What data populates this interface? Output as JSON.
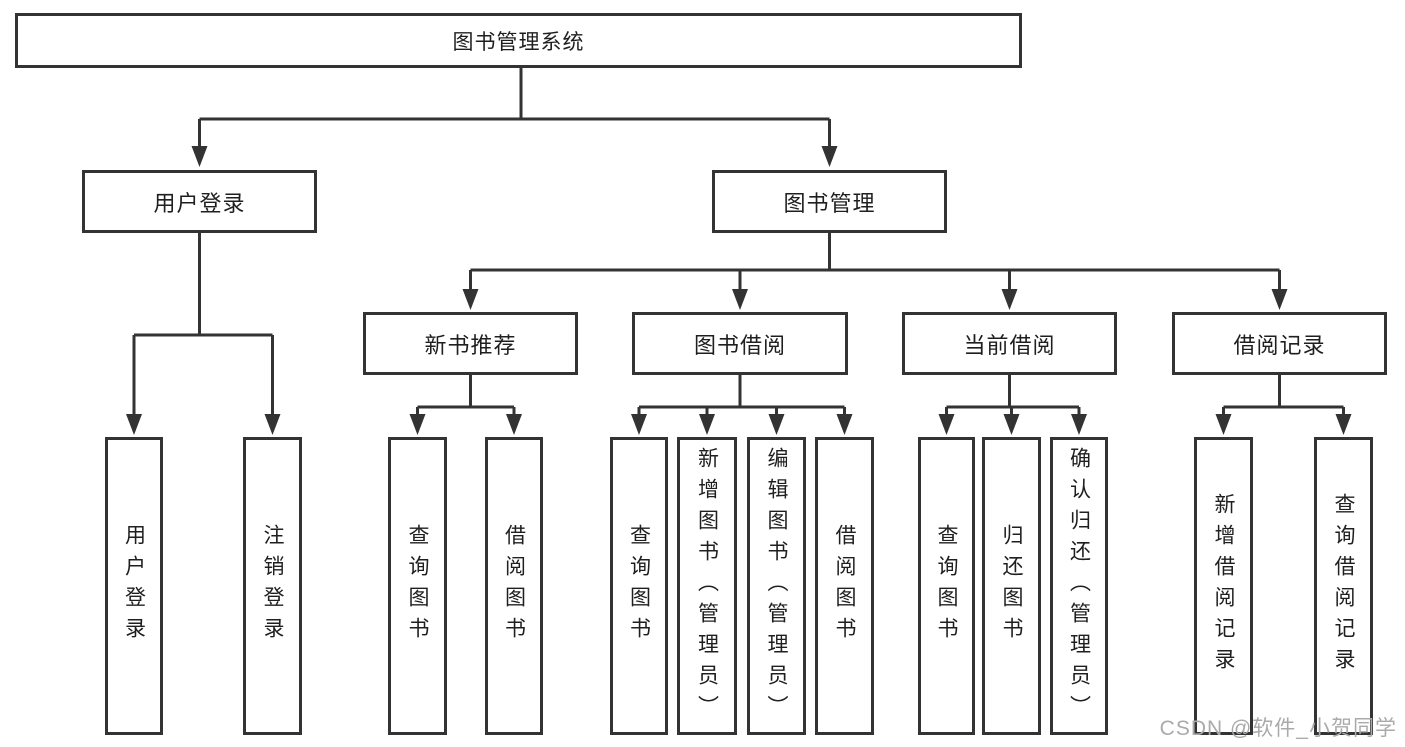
{
  "colors": {
    "line": "#333333",
    "text": "#1f1f1f",
    "background": "#ffffff",
    "watermark": "#aaaaaa"
  },
  "watermark": "CSDN @软件_小贺同学",
  "tree": {
    "label": "图书管理系统",
    "children": [
      {
        "label": "用户登录",
        "children": [
          {
            "label": "用户登录"
          },
          {
            "label": "注销登录"
          }
        ]
      },
      {
        "label": "图书管理",
        "children": [
          {
            "label": "新书推荐",
            "children": [
              {
                "label": "查询图书"
              },
              {
                "label": "借阅图书"
              }
            ]
          },
          {
            "label": "图书借阅",
            "children": [
              {
                "label": "查询图书"
              },
              {
                "label": "新增图书（管理员）"
              },
              {
                "label": "编辑图书（管理员）"
              },
              {
                "label": "借阅图书"
              }
            ]
          },
          {
            "label": "当前借阅",
            "children": [
              {
                "label": "查询图书"
              },
              {
                "label": "归还图书"
              },
              {
                "label": "确认归还（管理员）"
              }
            ]
          },
          {
            "label": "借阅记录",
            "children": [
              {
                "label": "新增借阅记录"
              },
              {
                "label": "查询借阅记录"
              }
            ]
          }
        ]
      }
    ]
  }
}
